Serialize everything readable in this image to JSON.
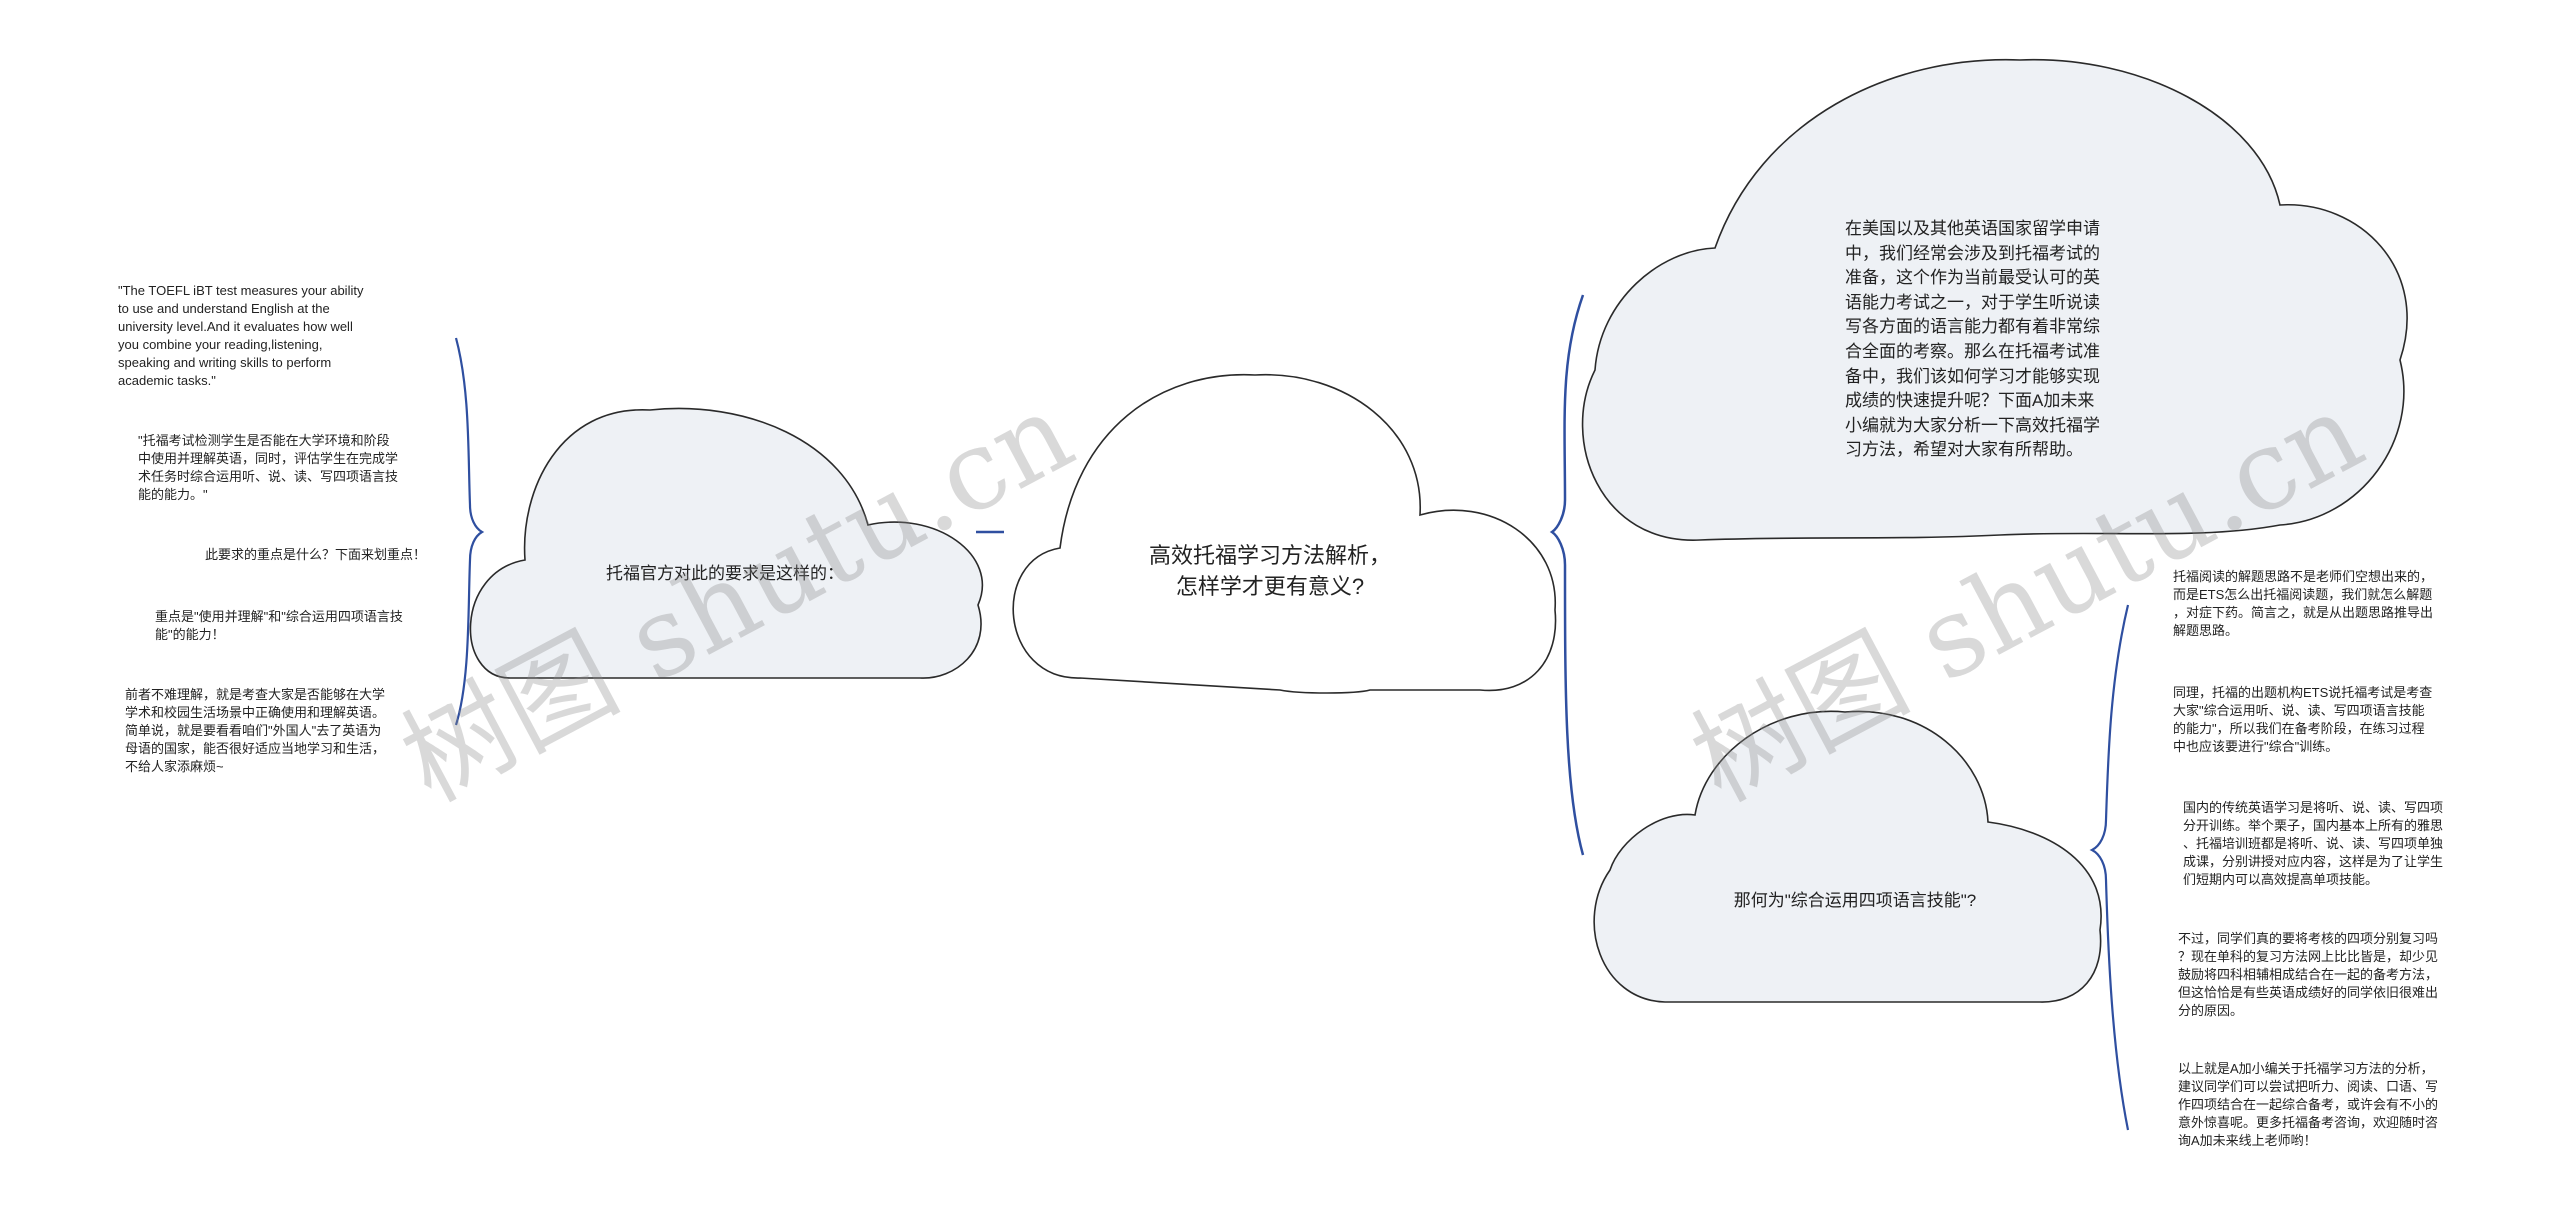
{
  "root": {
    "label": "高效托福学习方法解析，\n怎样学才更有意义?"
  },
  "left_branch": {
    "label": "托福官方对此的要求是这样的：",
    "leaves": [
      "\"The TOEFL iBT test measures your ability\n to use and understand English at the\nuniversity level.And it evaluates how well\nyou combine your reading,listening,\nspeaking and writing skills to perform\nacademic tasks.\"",
      "\"托福考试检测学生是否能在大学环境和阶段\n中使用并理解英语，同时，评估学生在完成学\n术任务时综合运用听、说、读、写四项语言技\n能的能力。\"",
      "此要求的重点是什么？下面来划重点！",
      "重点是\"使用并理解\"和\"综合运用四项语言技\n能\"的能力！",
      "前者不难理解，就是考查大家是否能够在大学\n学术和校园生活场景中正确使用和理解英语。\n简单说，就是要看看咱们\"外国人\"去了英语为\n母语的国家，能否很好适应当地学习和生活，\n不给人家添麻烦~"
    ]
  },
  "right_top": {
    "label": "在美国以及其他英语国家留学申请\n中，我们经常会涉及到托福考试的\n准备，这个作为当前最受认可的英\n语能力考试之一，对于学生听说读\n写各方面的语言能力都有着非常综\n合全面的考察。那么在托福考试准\n备中，我们该如何学习才能够实现\n成绩的快速提升呢？下面A加未来\n小编就为大家分析一下高效托福学\n习方法，希望对大家有所帮助。"
  },
  "right_bottom": {
    "label": "那何为\"综合运用四项语言技能\"?",
    "leaves": [
      "托福阅读的解题思路不是老师们空想出来的，\n而是ETS怎么出托福阅读题，我们就怎么解题\n，对症下药。简言之，就是从出题思路推导出\n解题思路。",
      "同理，托福的出题机构ETS说托福考试是考查\n大家\"综合运用听、说、读、写四项语言技能\n的能力\"，所以我们在备考阶段，在练习过程\n中也应该要进行\"综合\"训练。",
      "国内的传统英语学习是将听、说、读、写四项\n分开训练。举个栗子，国内基本上所有的雅思\n、托福培训班都是将听、说、读、写四项单独\n成课，分别讲授对应内容，这样是为了让学生\n们短期内可以高效提高单项技能。",
      "不过，同学们真的要将考核的四项分别复习吗\n？现在单科的复习方法网上比比皆是，却少见\n鼓励将四科相辅相成结合在一起的备考方法，\n但这恰恰是有些英语成绩好的同学依旧很难出\n分的原因。",
      "以上就是A加小编关于托福学习方法的分析，\n建议同学们可以尝试把听力、阅读、口语、写\n作四项结合在一起综合备考，或许会有不小的\n意外惊喜呢。更多托福备考咨询，欢迎随时咨\n询A加未来线上老师哟！"
    ]
  },
  "watermarks": [
    "树图 shutu.cn",
    "树图 shutu.cn"
  ],
  "colors": {
    "branch_line": "#2f4fa0",
    "cloud_fill_light": "#eef1f5",
    "cloud_fill_root": "#ffffff",
    "cloud_stroke": "#2a2a2a"
  },
  "icons": [
    "cloud-shape",
    "brace-connector"
  ]
}
